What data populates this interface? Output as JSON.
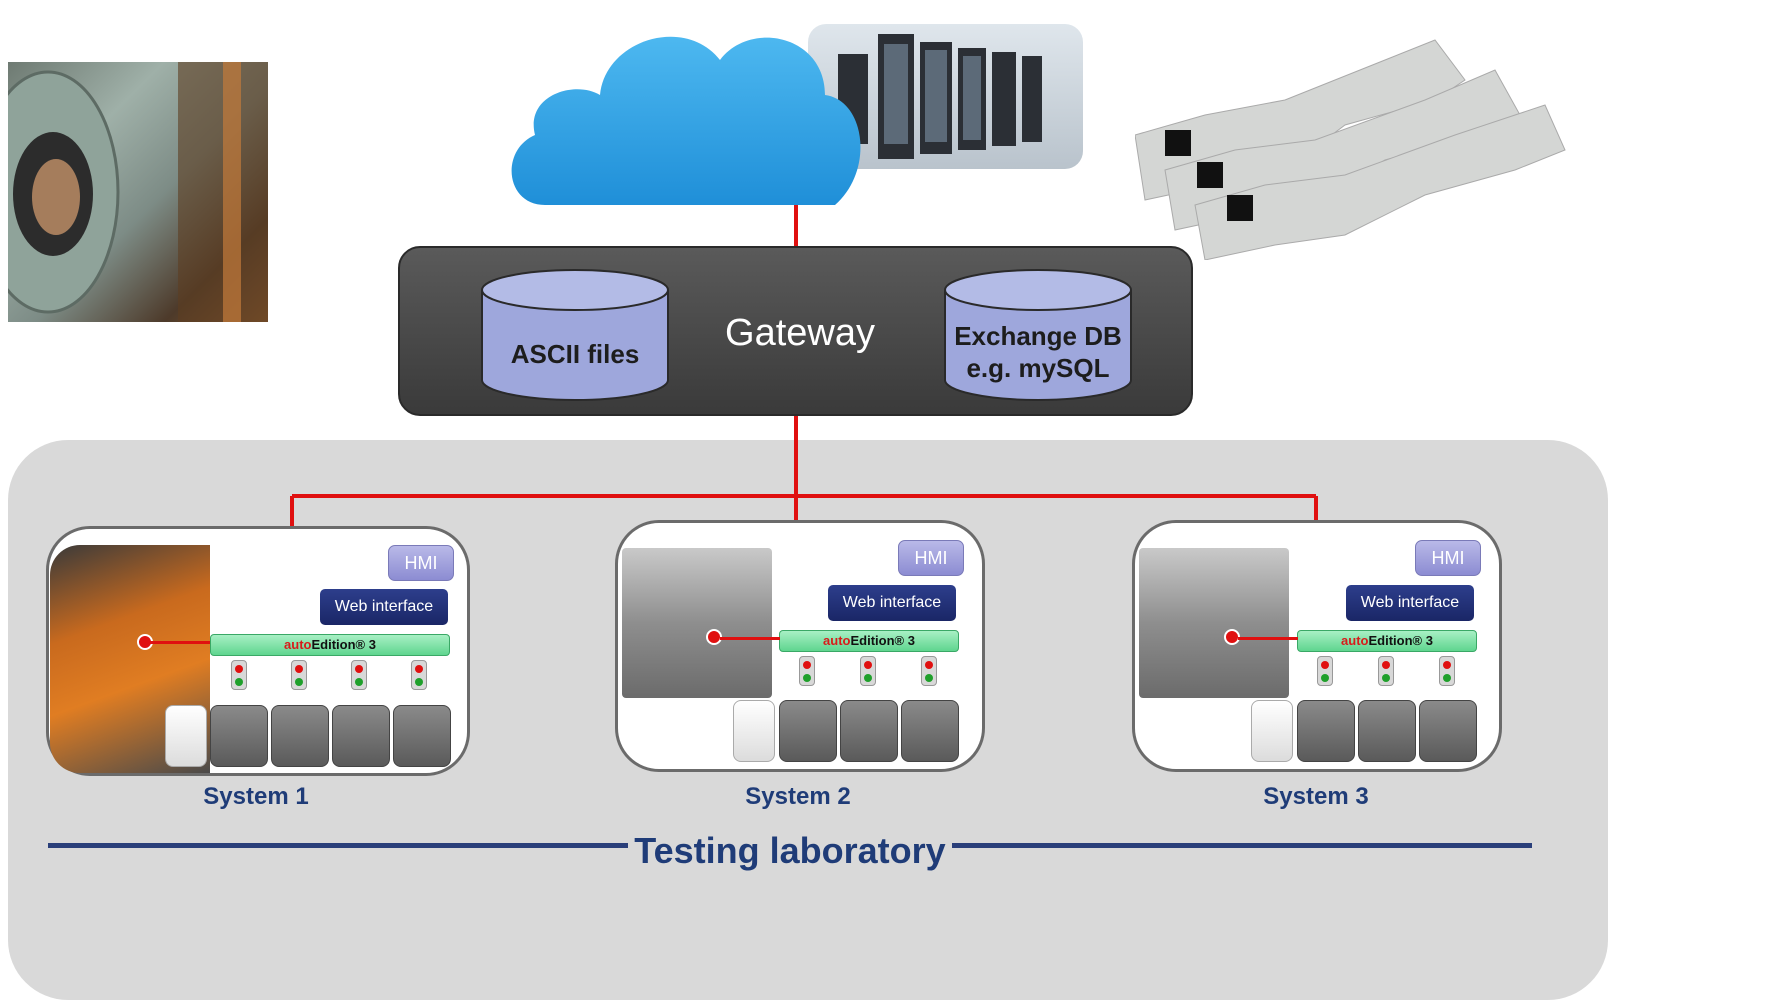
{
  "gateway": {
    "title": "Gateway",
    "storage_left": "ASCII files",
    "storage_right_line1": "Exchange DB",
    "storage_right_line2": "e.g. mySQL"
  },
  "systems": [
    {
      "label": "System 1",
      "hmi": "HMI",
      "web": "Web interface",
      "bus_auto": "auto",
      "bus_edition": "Edition® 3"
    },
    {
      "label": "System 2",
      "hmi": "HMI",
      "web": "Web interface",
      "bus_auto": "auto",
      "bus_edition": "Edition® 3"
    },
    {
      "label": "System 3",
      "hmi": "HMI",
      "web": "Web interface",
      "bus_auto": "auto",
      "bus_edition": "Edition® 3"
    }
  ],
  "lab": {
    "title": "Testing laboratory"
  },
  "colors": {
    "connector": "#e01010",
    "gateway_bg": "#3e3e3e",
    "cylinder_fill": "#9ea7dc",
    "label_blue": "#1f3c78",
    "lab_bg": "#d9d9d9"
  }
}
